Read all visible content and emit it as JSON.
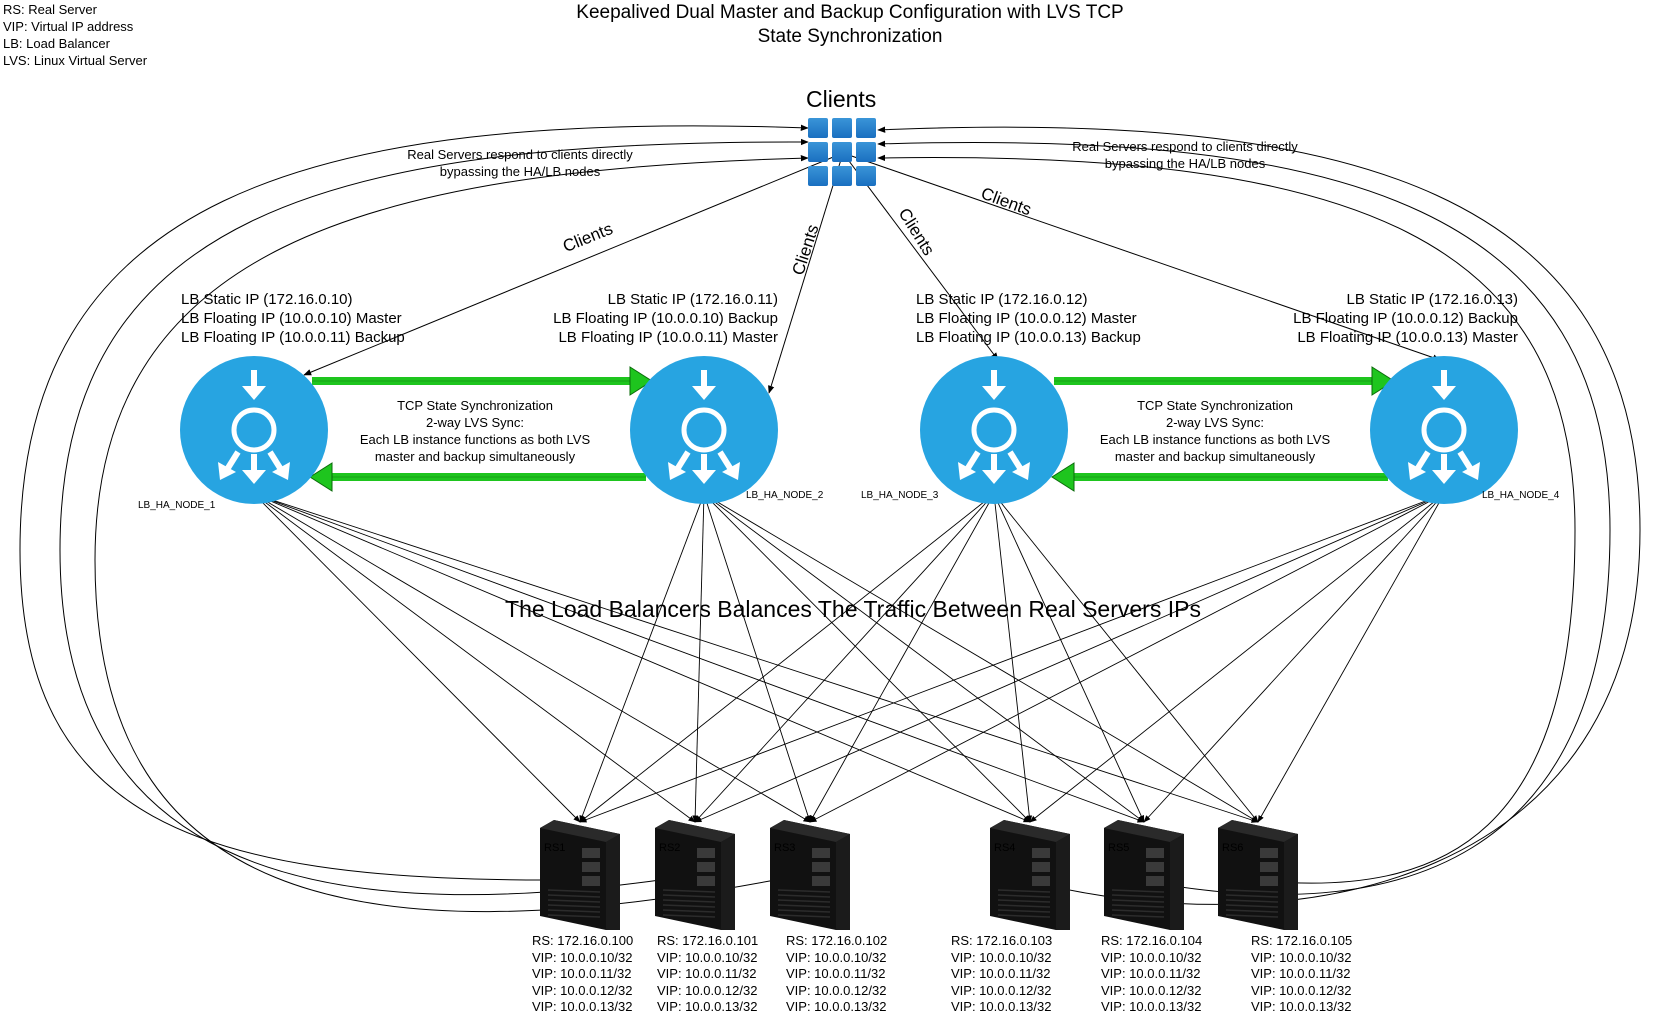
{
  "legend": [
    "RS: Real Server",
    "VIP: Virtual IP address",
    "LB: Load Balancer",
    "LVS: Linux Virtual Server"
  ],
  "title": {
    "line1": "Keepalived Dual Master and Backup Configuration with LVS TCP",
    "line2": "State Synchronization"
  },
  "clients": {
    "label": "Clients",
    "icon": "grid-icon",
    "color": "#1a75c4"
  },
  "notes": {
    "left": [
      "Real Servers respond to clients directly",
      "bypassing the HA/LB nodes"
    ],
    "right": [
      "Real Servers respond to clients directly",
      "bypassing the HA/LB nodes"
    ]
  },
  "edge_labels": [
    "Clients",
    "Clients",
    "Clients",
    "Clients"
  ],
  "lb_nodes": [
    {
      "name": "LB_HA_NODE_1",
      "lines": [
        "LB Static IP (172.16.0.10)",
        "LB Floating IP (10.0.0.10) Master",
        "LB Floating IP (10.0.0.11) Backup"
      ]
    },
    {
      "name": "LB_HA_NODE_2",
      "lines": [
        "LB Static IP (172.16.0.11)",
        "LB Floating IP (10.0.0.10) Backup",
        "LB Floating IP (10.0.0.11) Master"
      ]
    },
    {
      "name": "LB_HA_NODE_3",
      "lines": [
        "LB Static IP (172.16.0.12)",
        "LB Floating IP (10.0.0.12) Master",
        "LB Floating IP (10.0.0.13) Backup"
      ]
    },
    {
      "name": "LB_HA_NODE_4",
      "lines": [
        "LB Static IP (172.16.0.13)",
        "LB Floating IP (10.0.0.12) Backup",
        "LB Floating IP (10.0.0.13) Master"
      ]
    }
  ],
  "lb_color": "#27a4e1",
  "sync_arrow_color": "#1ec51e",
  "sync_notes": [
    [
      "TCP State Synchronization",
      "2-way LVS Sync:",
      "Each LB instance functions as both LVS",
      "master and backup simultaneously"
    ],
    [
      "TCP State Synchronization",
      "2-way LVS Sync:",
      "Each LB instance functions as both LVS",
      "master and backup simultaneously"
    ]
  ],
  "banner": "The Load Balancers Balances The Traffic Between Real Servers IPs",
  "servers": [
    {
      "name": "RS1",
      "lines": [
        "RS: 172.16.0.100",
        "VIP: 10.0.0.10/32",
        "VIP: 10.0.0.11/32",
        "VIP: 10.0.0.12/32",
        "VIP: 10.0.0.13/32"
      ]
    },
    {
      "name": "RS2",
      "lines": [
        "RS: 172.16.0.101",
        "VIP: 10.0.0.10/32",
        "VIP: 10.0.0.11/32",
        "VIP: 10.0.0.12/32",
        "VIP: 10.0.0.13/32"
      ]
    },
    {
      "name": "RS3",
      "lines": [
        "RS: 172.16.0.102",
        "VIP: 10.0.0.10/32",
        "VIP: 10.0.0.11/32",
        "VIP: 10.0.0.12/32",
        "VIP: 10.0.0.13/32"
      ]
    },
    {
      "name": "RS4",
      "lines": [
        "RS: 172.16.0.103",
        "VIP: 10.0.0.10/32",
        "VIP: 10.0.0.11/32",
        "VIP: 10.0.0.12/32",
        "VIP: 10.0.0.13/32"
      ]
    },
    {
      "name": "RS5",
      "lines": [
        "RS: 172.16.0.104",
        "VIP: 10.0.0.10/32",
        "VIP: 10.0.0.11/32",
        "VIP: 10.0.0.12/32",
        "VIP: 10.0.0.13/32"
      ]
    },
    {
      "name": "RS6",
      "lines": [
        "RS: 172.16.0.105",
        "VIP: 10.0.0.10/32",
        "VIP: 10.0.0.11/32",
        "VIP: 10.0.0.12/32",
        "VIP: 10.0.0.13/32"
      ]
    }
  ]
}
